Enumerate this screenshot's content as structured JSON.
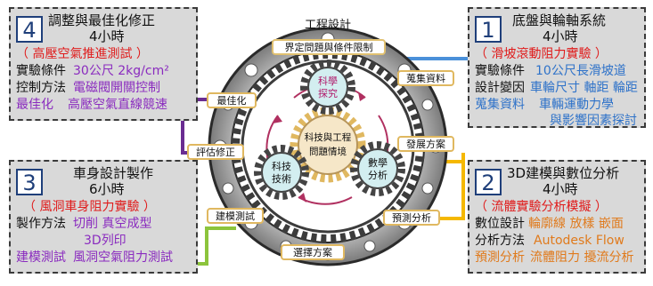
{
  "diagram_title": "工程設計",
  "stages": {
    "s1": {
      "number": "1",
      "title": "底盤與輪軸系統",
      "hours": "4小時",
      "experiment": "（ 滑坡滾動阻力實驗 ）",
      "rows": [
        {
          "label": "實驗條件",
          "value": "10公尺長滑坡道"
        },
        {
          "label": "設計變因",
          "value": "車輪尺寸 軸距 輪距"
        },
        {
          "label": "蒐集資料",
          "value": "車輛運動力學"
        },
        {
          "label": "",
          "value": "與影響因素探討"
        }
      ]
    },
    "s2": {
      "number": "2",
      "title": "3D建模與數位分析",
      "hours": "4小時",
      "experiment": "（ 流體實驗分析模擬 ）",
      "rows": [
        {
          "label": "數位設計",
          "value": "輪廓線 放樣 嵌面"
        },
        {
          "label": "分析方法",
          "value": "Autodesk Flow"
        },
        {
          "label": "預測分析",
          "value": "流體阻力 擾流分析"
        }
      ]
    },
    "s3": {
      "number": "3",
      "title": "車身設計製作",
      "hours": "6小時",
      "experiment": "（ 風洞車身阻力實驗 ）",
      "rows": [
        {
          "label": "製作方法",
          "value": "切削 真空成型"
        },
        {
          "label": "",
          "value": "3D列印"
        },
        {
          "label": "建模測試",
          "value": "風洞空氣阻力測試"
        }
      ]
    },
    "s4": {
      "number": "4",
      "title": "調整與最佳化修正",
      "hours": "4小時",
      "experiment": "（ 高壓空氣推進測試 ）",
      "rows": [
        {
          "label": "實驗條件",
          "value": "30公尺  2kg/cm²"
        },
        {
          "label": "控制方法",
          "value": "電磁閥開關控制"
        },
        {
          "label": "最佳化",
          "value": "高壓空氣直線競速"
        }
      ]
    }
  },
  "cycle_labels": {
    "define": "界定問題與條件限制",
    "collect": "蒐集資料",
    "develop": "發展方案",
    "predict": "預測分析",
    "select": "選擇方案",
    "model_test": "建模測試",
    "evaluate": "評估修正",
    "optimize": "最佳化"
  },
  "gears": {
    "center": [
      "科技與工程",
      "問題情境"
    ],
    "science": [
      "科學",
      "探究"
    ],
    "technology": [
      "科技",
      "技術"
    ],
    "math": [
      "數學",
      "分析"
    ]
  },
  "colors": {
    "blue": "#4a90d9",
    "orange": "#f5b800",
    "green": "#8cc43c",
    "purple": "#6a2c91",
    "red": "#e01b1b",
    "gear_dark": "#3c3c3c",
    "gear_light": "#bdbdbd",
    "teal": "#9fd6d6"
  }
}
